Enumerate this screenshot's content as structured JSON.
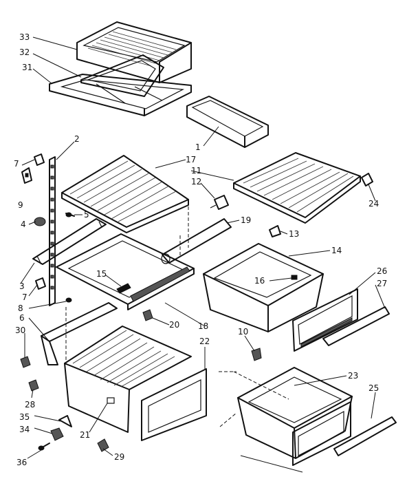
{
  "callouts": [
    {
      "id": "c33",
      "text": "33"
    },
    {
      "id": "c32",
      "text": "32"
    },
    {
      "id": "c31",
      "text": "31"
    },
    {
      "id": "c2",
      "text": "2"
    },
    {
      "id": "c7a",
      "text": "7"
    },
    {
      "id": "c9",
      "text": "9"
    },
    {
      "id": "c1",
      "text": "1"
    },
    {
      "id": "c17",
      "text": "17"
    },
    {
      "id": "c11",
      "text": "11"
    },
    {
      "id": "c12",
      "text": "12"
    },
    {
      "id": "c24",
      "text": "24"
    },
    {
      "id": "c5",
      "text": "5"
    },
    {
      "id": "c4",
      "text": "4"
    },
    {
      "id": "c19",
      "text": "19"
    },
    {
      "id": "c13",
      "text": "13"
    },
    {
      "id": "c14",
      "text": "14"
    },
    {
      "id": "c3",
      "text": "3"
    },
    {
      "id": "c15",
      "text": "15"
    },
    {
      "id": "c16",
      "text": "16"
    },
    {
      "id": "c26",
      "text": "26"
    },
    {
      "id": "c27",
      "text": "27"
    },
    {
      "id": "c7b",
      "text": "7"
    },
    {
      "id": "c8",
      "text": "8"
    },
    {
      "id": "c6",
      "text": "6"
    },
    {
      "id": "c20",
      "text": "20"
    },
    {
      "id": "c18",
      "text": "18"
    },
    {
      "id": "c30",
      "text": "30"
    },
    {
      "id": "c10",
      "text": "10"
    },
    {
      "id": "c22",
      "text": "22"
    },
    {
      "id": "c23",
      "text": "23"
    },
    {
      "id": "c25",
      "text": "25"
    },
    {
      "id": "c28",
      "text": "28"
    },
    {
      "id": "c35",
      "text": "35"
    },
    {
      "id": "c34",
      "text": "34"
    },
    {
      "id": "c21",
      "text": "21"
    },
    {
      "id": "c36",
      "text": "36"
    },
    {
      "id": "c29",
      "text": "29"
    }
  ]
}
